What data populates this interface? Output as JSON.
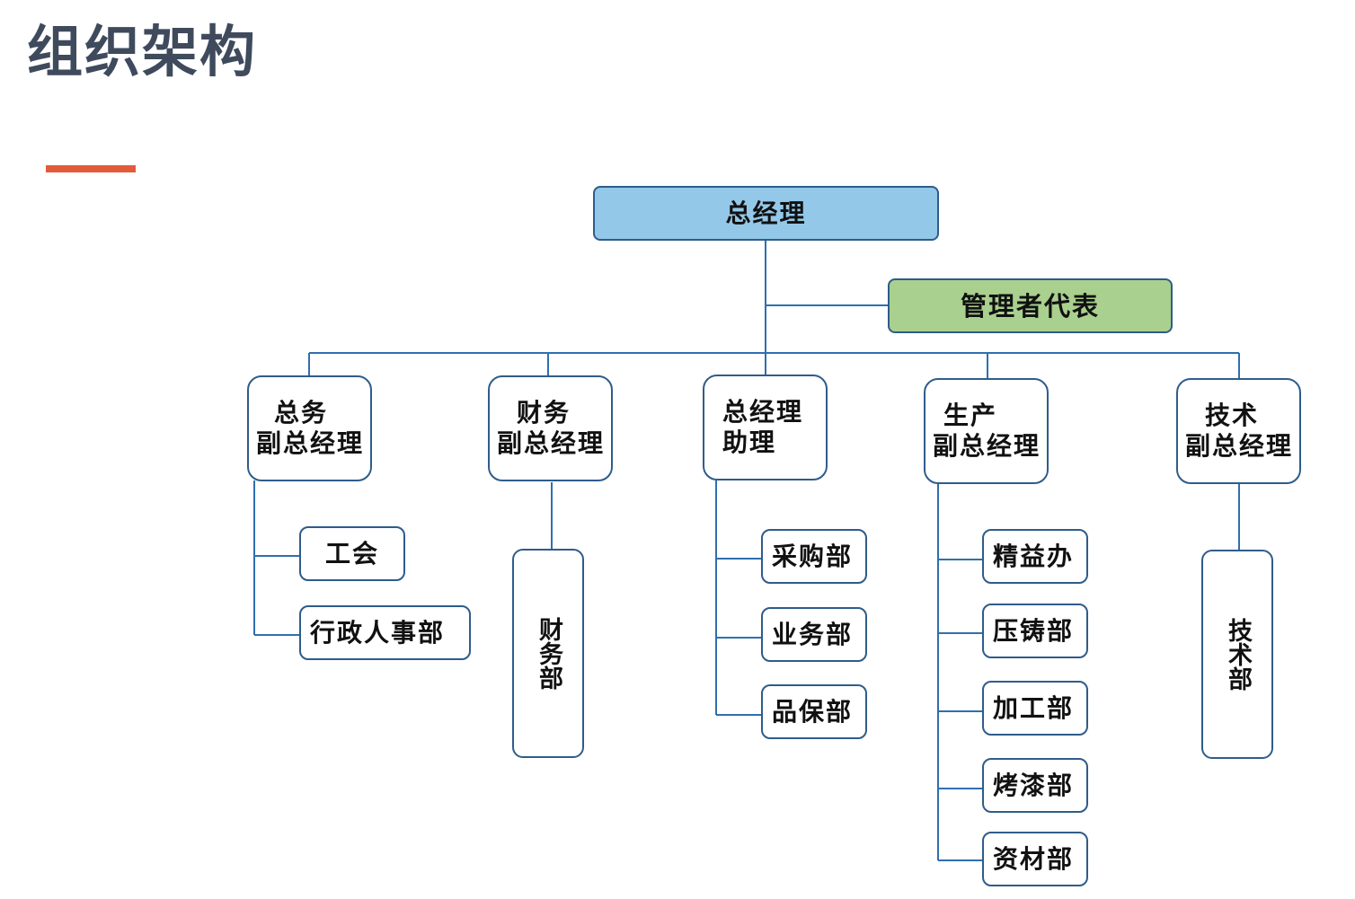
{
  "header": {
    "title": "组织架构"
  },
  "colors": {
    "accent": "#e25c3c",
    "line": "#2f5c8a",
    "ceo_fill": "#93c8e8",
    "rep_fill": "#a9d08e",
    "title": "#3f4a5d"
  },
  "org": {
    "ceo": "总经理",
    "management_rep": "管理者代表",
    "general_affairs_vp": {
      "line1": "总务",
      "line2": "副总经理"
    },
    "finance_vp": {
      "line1": "财务",
      "line2": "副总经理"
    },
    "gm_assistant": {
      "line1": "总经理",
      "line2": "助理"
    },
    "production_vp": {
      "line1": "生产",
      "line2": "副总经理"
    },
    "technology_vp": {
      "line1": "技术",
      "line2": "副总经理"
    },
    "union": "工会",
    "admin_hr": "行政人事部",
    "finance_dept": "财务部",
    "procurement": "采购部",
    "business": "业务部",
    "quality": "品保部",
    "lean_office": "精益办",
    "die_casting": "压铸部",
    "machining": "加工部",
    "painting": "烤漆部",
    "materials": "资材部",
    "tech_dept": "技术部"
  }
}
